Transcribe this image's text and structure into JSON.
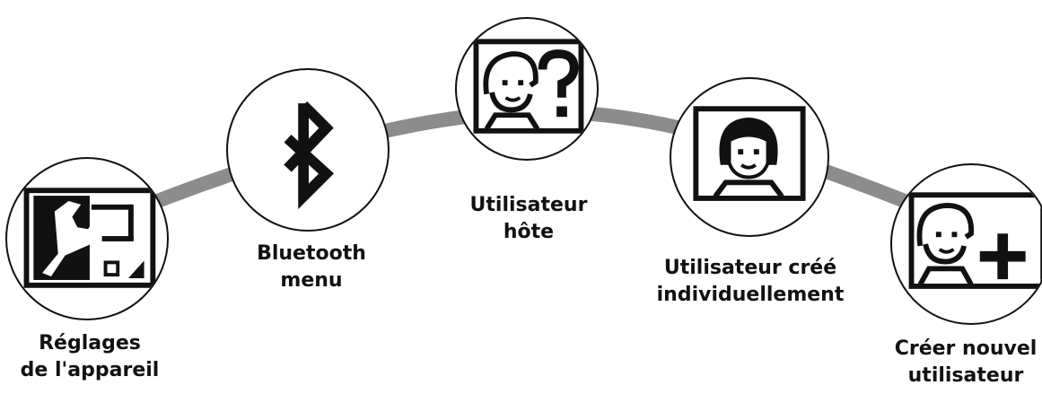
{
  "colors": {
    "connector": "#8c8c8c",
    "ink": "#111111"
  },
  "nodes": [
    {
      "id": "device-settings",
      "icon": "wrench-settings-icon",
      "label_line1": "Réglages",
      "label_line2": "de l'appareil"
    },
    {
      "id": "bluetooth-menu",
      "icon": "bluetooth-icon",
      "label_line1": "Bluetooth",
      "label_line2": "menu"
    },
    {
      "id": "guest-user",
      "icon": "guest-user-icon",
      "label_line1": "Utilisateur",
      "label_line2": "hôte"
    },
    {
      "id": "individual-user",
      "icon": "individual-user-icon",
      "label_line1": "Utilisateur créé",
      "label_line2": "individuellement"
    },
    {
      "id": "new-user",
      "icon": "add-user-icon",
      "label_line1": "Créer nouvel",
      "label_line2": "utilisateur"
    }
  ]
}
